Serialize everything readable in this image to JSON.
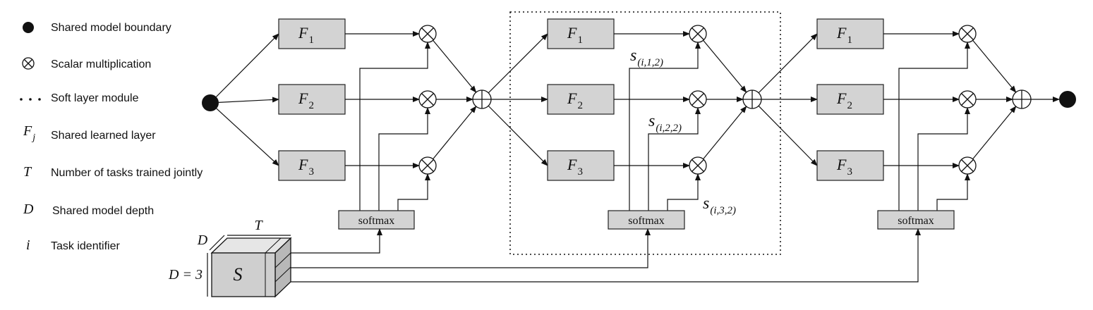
{
  "legend": {
    "items": [
      {
        "symbol": "●",
        "label": "Shared model boundary"
      },
      {
        "symbol": "⊗",
        "label": "Scalar multiplication"
      },
      {
        "symbol": "· · ·",
        "label": "Soft layer module"
      },
      {
        "symbol_main": "F",
        "symbol_sub": "j",
        "label": "Shared learned layer"
      },
      {
        "symbol": "T",
        "label": "Number of tasks trained jointly"
      },
      {
        "symbol": "D",
        "label": "Shared model depth"
      },
      {
        "symbol": "i",
        "label": "Task identifier"
      }
    ]
  },
  "layers": {
    "f_main": "F",
    "subs": [
      "1",
      "2",
      "3"
    ]
  },
  "softmax_label": "softmax",
  "scalars": [
    {
      "main": "s",
      "sub": "(i,1,2)"
    },
    {
      "main": "s",
      "sub": "(i,2,2)"
    },
    {
      "main": "s",
      "sub": "(i,3,2)"
    }
  ],
  "tensor": {
    "label": "S",
    "top_label": "T",
    "depth_label": "D",
    "depth_value_label": "D = 3"
  }
}
